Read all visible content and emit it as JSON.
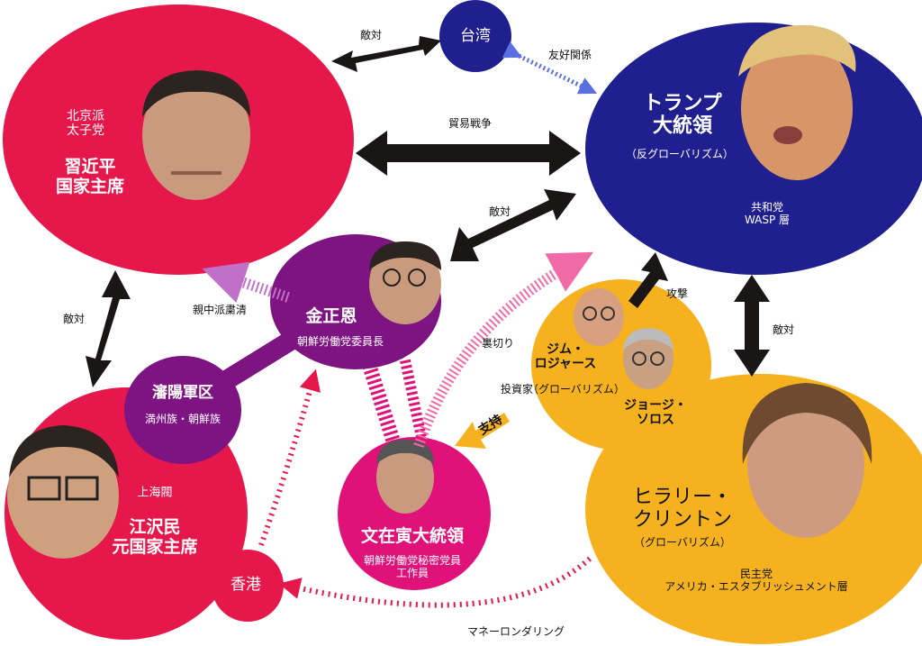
{
  "nodes": {
    "xi": {
      "faction": "北京派",
      "faction2": "太子党",
      "name1": "習近平",
      "name2": "国家主席"
    },
    "taiwan": {
      "name": "台湾"
    },
    "trump": {
      "name1": "トランプ",
      "name2": "大統領",
      "ideology": "（反グローバリズム）",
      "party": "共和党",
      "group": "WASP 層"
    },
    "kim": {
      "name": "金正恩",
      "title": "朝鮮労働党委員長"
    },
    "shenyang": {
      "name": "瀋陽軍区",
      "ethnic": "満州族・朝鮮族"
    },
    "jiang": {
      "faction": "上海閥",
      "name1": "江沢民",
      "name2": "元国家主席"
    },
    "hongkong": {
      "name": "香港"
    },
    "moon": {
      "name": "文在寅大統領",
      "title1": "朝鮮労働党秘密党員",
      "title2": "工作員"
    },
    "investors": {
      "rogers1": "ジム・",
      "rogers2": "ロジャース",
      "role": "投資家",
      "ideology": "（グローバリズム）",
      "soros1": "ジョージ・",
      "soros2": "ソロス"
    },
    "hillary": {
      "name1": "ヒラリー・",
      "name2": "クリントン",
      "ideology": "（グローバリズム）",
      "party": "民主党",
      "group": "アメリカ・エスタブリッシュメント層"
    }
  },
  "edges": {
    "xi_taiwan": "敵対",
    "taiwan_trump": "友好関係",
    "trade_war": "貿易戦争",
    "kim_trump": "敵対",
    "xi_jiang": "敵対",
    "purge": "親中派粛清",
    "betrayal": "裏切り",
    "attack": "攻撃",
    "trump_hillary": "敵対",
    "support": "支持",
    "money_laundering": "マネーロンダリング"
  },
  "colors": {
    "red": "#e6174a",
    "navy": "#1f1f8f",
    "purple": "#7d1482",
    "pink": "#e0127a",
    "orange": "#f5b21e",
    "arrow": "#1a1616",
    "face": "#c99a7d",
    "hair": "#2b2421"
  }
}
